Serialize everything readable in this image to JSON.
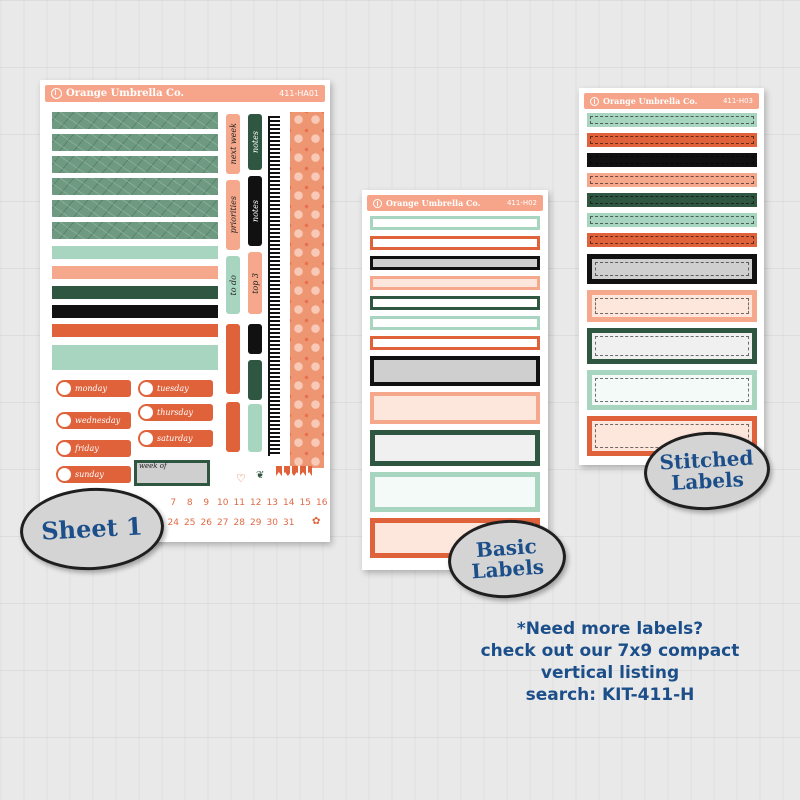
{
  "sheet1": {
    "brand": "Orange Umbrella Co.",
    "code": "411-HA01",
    "vertical_tabs": [
      "next week",
      "priorities",
      "to do",
      "notes",
      "notes",
      "top 3"
    ],
    "days": [
      "monday",
      "tuesday",
      "wednesday",
      "thursday",
      "friday",
      "saturday",
      "sunday"
    ],
    "weekof": "week of",
    "dates_row1": [
      "7",
      "8",
      "9",
      "10",
      "11",
      "12",
      "13",
      "14",
      "15",
      "16"
    ],
    "dates_row2": [
      "24",
      "25",
      "26",
      "27",
      "28",
      "29",
      "30",
      "31"
    ]
  },
  "sheet2": {
    "brand": "Orange Umbrella Co.",
    "code": "411-H02"
  },
  "sheet3": {
    "brand": "Orange Umbrella Co.",
    "code": "411-H03"
  },
  "bubbles": {
    "sheet1": "Sheet 1",
    "basic_line1": "Basic",
    "basic_line2": "Labels",
    "stitched_line1": "Stitched",
    "stitched_line2": "Labels"
  },
  "promo": {
    "line1": "*Need more labels?",
    "line2": "check out our 7x9 compact",
    "line3": "vertical listing",
    "line4": "search: KIT-411-H"
  },
  "colors": {
    "peach_header": "#f6a58a",
    "orange": "#e0623b",
    "sage": "#a8d5c0",
    "forest": "#2f5640",
    "gray": "#cfcfcf",
    "blush": "#fde6dc",
    "text_blue": "#1c4f8a"
  }
}
